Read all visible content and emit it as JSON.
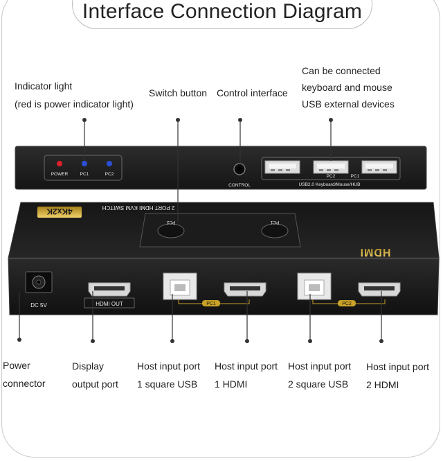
{
  "title": "Interface Connection Diagram",
  "callouts": {
    "indicator": {
      "line1": "Indicator light",
      "line2": "(red is power indicator light)"
    },
    "switch_button": "Switch button",
    "control_interface": "Control interface",
    "usb_external": {
      "line1": "Can be connected",
      "line2": "keyboard and mouse",
      "line3": "USB external devices"
    },
    "power": {
      "line1": "Power",
      "line2": "connector"
    },
    "display": {
      "line1": "Display",
      "line2": "output port"
    },
    "host1_usb": {
      "line1": "Host input port",
      "line2": "1 square USB"
    },
    "host1_hdmi": {
      "line1": "Host input port",
      "line2": "1 HDMI"
    },
    "host2_usb": {
      "line1": "Host input port",
      "line2": "2 square USB"
    },
    "host2_hdmi": {
      "line1": "Host input port",
      "line2": "2 HDMI"
    }
  },
  "device_back": {
    "led_labels": [
      "POWER",
      "PC1",
      "PC2"
    ],
    "led_colors": [
      "#e0202a",
      "#2b4fd6",
      "#2b4fd6"
    ],
    "control_label": "CONTROL",
    "usb_port_labels": [
      "PC2",
      "PC1"
    ],
    "usb_hub_label": "USB2.0 Keyboard/Mouse/HUB"
  },
  "device_front": {
    "badge": "4Kx2K",
    "model": "2 PORT HDMI KVM SWITCH",
    "button_labels": [
      "PC2",
      "PC1"
    ],
    "brand": "HDMI",
    "dc_label": "DC 5V",
    "hdmi_out_label": "HDMI OUT",
    "group_labels": [
      "PC1",
      "PC2"
    ]
  },
  "colors": {
    "body": "#1f1f1f",
    "edge": "#3a3a3a",
    "gold": "#c9a227",
    "label": "#e8e8e8"
  }
}
